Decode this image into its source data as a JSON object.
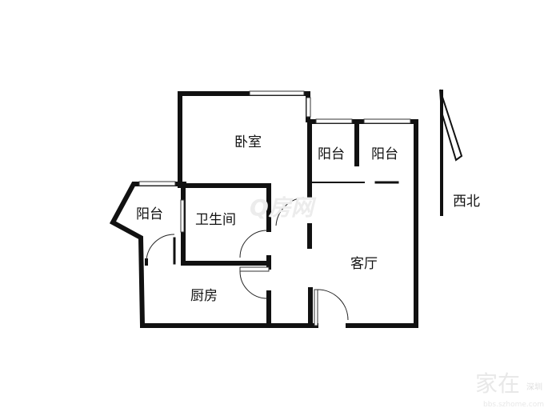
{
  "rooms": {
    "bedroom": "卧室",
    "balcony_mid": "阳台",
    "balcony_right": "阳台",
    "balcony_left": "阳台",
    "bathroom": "卫生间",
    "living_room": "客厅",
    "kitchen": "厨房"
  },
  "compass": {
    "label": "西北"
  },
  "watermarks": {
    "center": "Q房网",
    "corner_brand": "家在",
    "corner_city": "深圳",
    "corner_url": "bbs.szhome.com"
  }
}
